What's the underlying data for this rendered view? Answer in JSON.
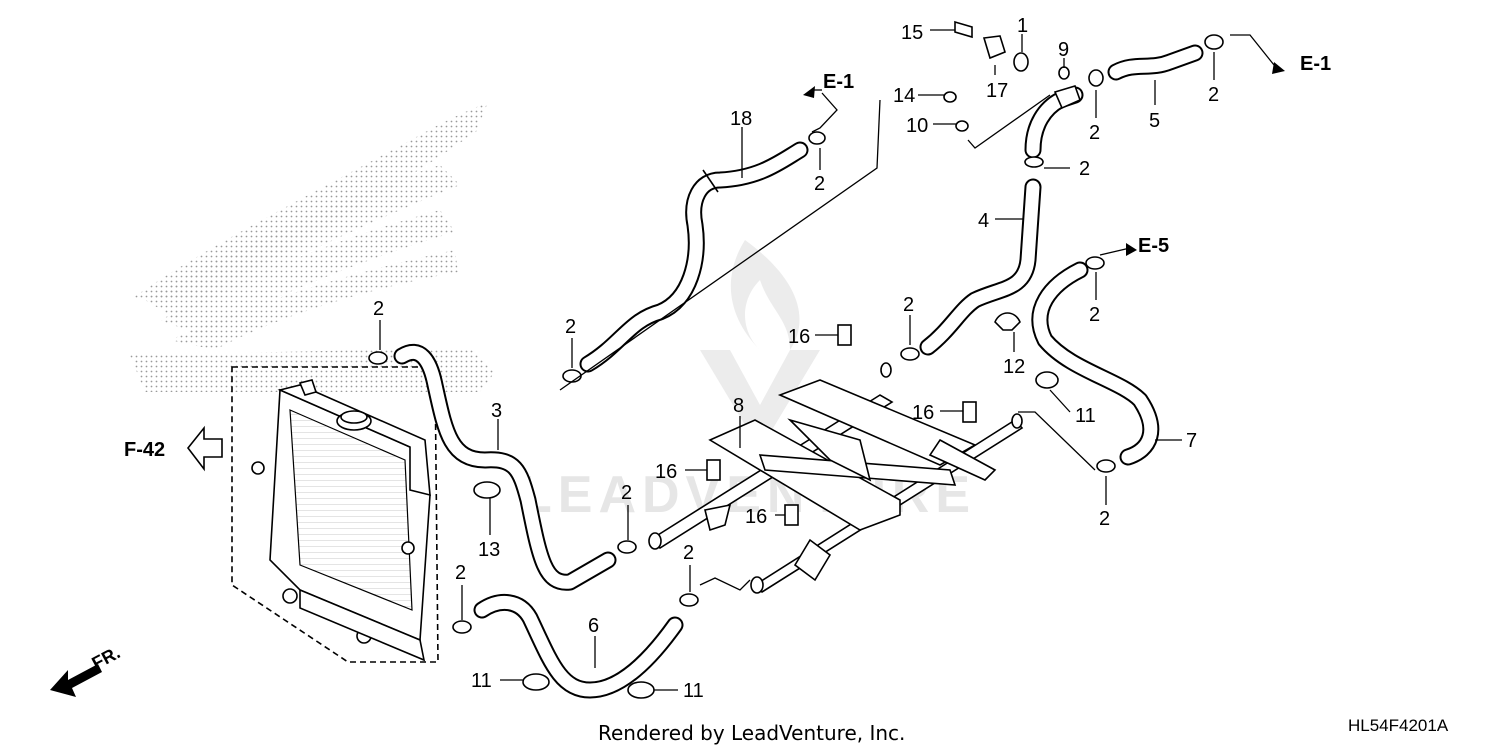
{
  "diagram": {
    "code": "HL54F4201A",
    "rendered_by": "Rendered by LeadVenture, Inc.",
    "watermark_text": "LEADVENTURE",
    "direction_marker": "FR.",
    "refs": {
      "e1_left": "E-1",
      "e1_right": "E-1",
      "e5": "E-5",
      "f42": "F-42"
    },
    "callouts": [
      {
        "id": "c1",
        "label": "1"
      },
      {
        "id": "c15",
        "label": "15"
      },
      {
        "id": "c17",
        "label": "17"
      },
      {
        "id": "c9",
        "label": "9"
      },
      {
        "id": "c14",
        "label": "14"
      },
      {
        "id": "c10",
        "label": "10"
      },
      {
        "id": "c2a",
        "label": "2"
      },
      {
        "id": "c2b",
        "label": "2"
      },
      {
        "id": "c5",
        "label": "5"
      },
      {
        "id": "c2c",
        "label": "2"
      },
      {
        "id": "c18",
        "label": "18"
      },
      {
        "id": "c2d",
        "label": "2"
      },
      {
        "id": "c2e",
        "label": "2"
      },
      {
        "id": "c4",
        "label": "4"
      },
      {
        "id": "c2f",
        "label": "2"
      },
      {
        "id": "c16a",
        "label": "16"
      },
      {
        "id": "c2g",
        "label": "2"
      },
      {
        "id": "c12",
        "label": "12"
      },
      {
        "id": "c2h",
        "label": "2"
      },
      {
        "id": "c11a",
        "label": "11"
      },
      {
        "id": "c7",
        "label": "7"
      },
      {
        "id": "c3",
        "label": "3"
      },
      {
        "id": "c8",
        "label": "8"
      },
      {
        "id": "c16b",
        "label": "16"
      },
      {
        "id": "c2i",
        "label": "2"
      },
      {
        "id": "c16c",
        "label": "16"
      },
      {
        "id": "c2j",
        "label": "2"
      },
      {
        "id": "c16d",
        "label": "16"
      },
      {
        "id": "c13",
        "label": "13"
      },
      {
        "id": "c2k",
        "label": "2"
      },
      {
        "id": "c2l",
        "label": "2"
      },
      {
        "id": "c2m",
        "label": "2"
      },
      {
        "id": "c6",
        "label": "6"
      },
      {
        "id": "c11b",
        "label": "11"
      },
      {
        "id": "c11c",
        "label": "11"
      },
      {
        "id": "c2n",
        "label": "2"
      }
    ]
  }
}
